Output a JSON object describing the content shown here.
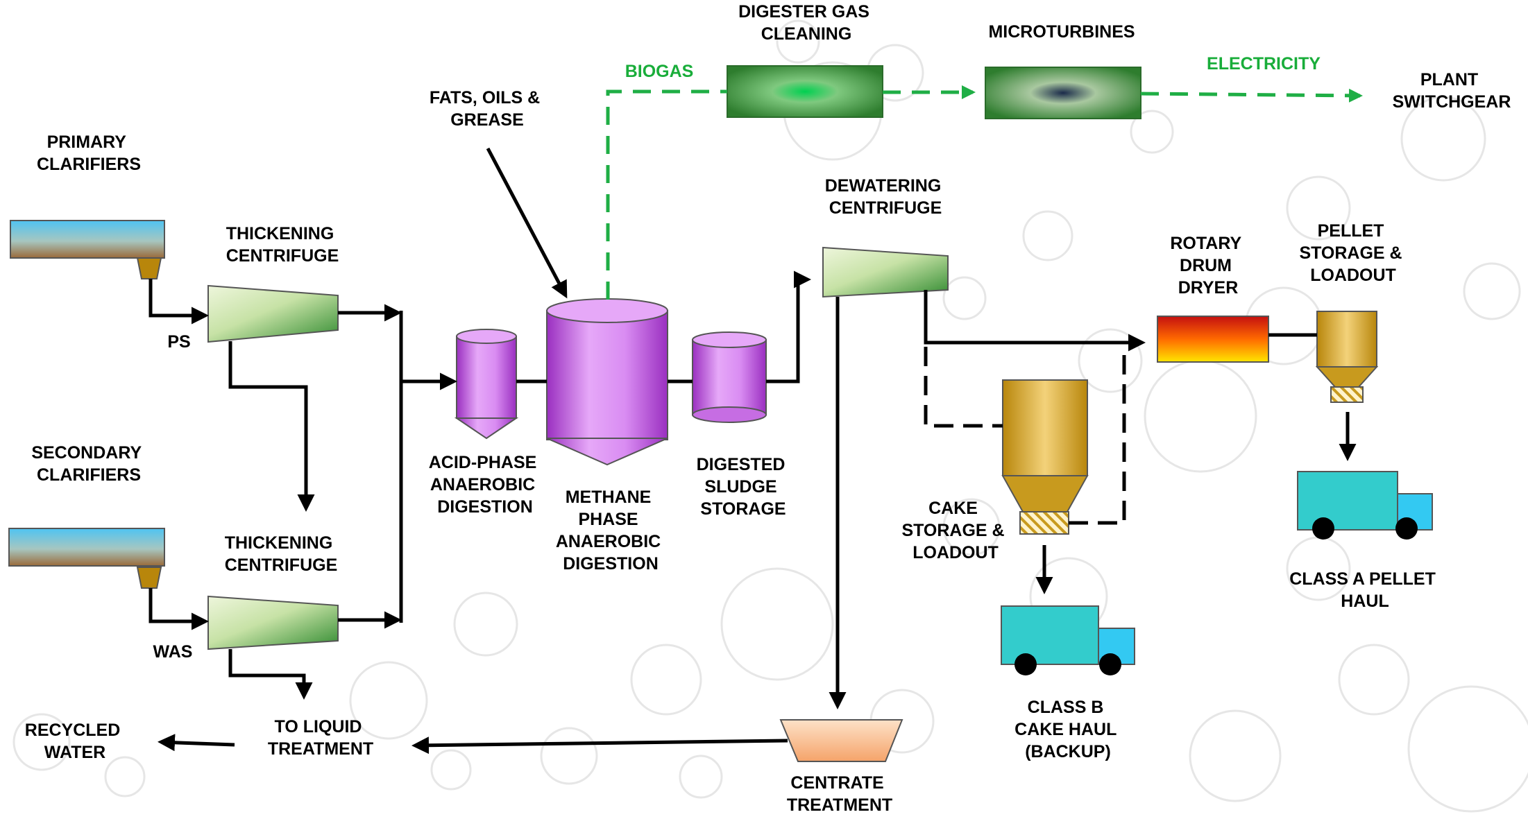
{
  "colors": {
    "gas_line": "#1fae45",
    "process_line": "#000000",
    "digester_purple": "#d98cf2",
    "truck_teal": "#33cccc",
    "truck_cab": "#33c9f2",
    "storage_gold": "#c89a1e"
  },
  "labels": {
    "primary_clarifiers": [
      "PRIMARY",
      "CLARIFIERS"
    ],
    "secondary_clarifiers": [
      "SECONDARY",
      "CLARIFIERS"
    ],
    "thickening_centrifuge_1": [
      "THICKENING",
      "CENTRIFUGE"
    ],
    "thickening_centrifuge_2": [
      "THICKENING",
      "CENTRIFUGE"
    ],
    "ps": "PS",
    "was": "WAS",
    "fats_oils_grease": [
      "FATS, OILS &",
      "GREASE"
    ],
    "biogas": "BIOGAS",
    "digester_gas_cleaning": [
      "DIGESTER GAS",
      "CLEANING"
    ],
    "microturbines": "MICROTURBINES",
    "electricity": "ELECTRICITY",
    "plant_switchgear": [
      "PLANT",
      "SWITCHGEAR"
    ],
    "acid_phase": [
      "ACID-PHASE",
      "ANAEROBIC",
      "DIGESTION"
    ],
    "methane_phase": [
      "METHANE",
      "PHASE",
      "ANAEROBIC",
      "DIGESTION"
    ],
    "digested_sludge": [
      "DIGESTED",
      "SLUDGE",
      "STORAGE"
    ],
    "dewatering_centrifuge": [
      "DEWATERING",
      "CENTRIFUGE"
    ],
    "rotary_drum_dryer": [
      "ROTARY",
      "DRUM",
      "DRYER"
    ],
    "pellet_storage": [
      "PELLET",
      "STORAGE &",
      "LOADOUT"
    ],
    "cake_storage": [
      "CAKE",
      "STORAGE &",
      "LOADOUT"
    ],
    "class_a_haul": [
      "CLASS A PELLET",
      "HAUL"
    ],
    "class_b_haul": [
      "CLASS B",
      "CAKE HAUL",
      "(BACKUP)"
    ],
    "centrate_treatment": [
      "CENTRATE",
      "TREATMENT"
    ],
    "to_liquid_treatment": [
      "TO LIQUID",
      "TREATMENT"
    ],
    "recycled_water": [
      "RECYCLED",
      "WATER"
    ]
  }
}
